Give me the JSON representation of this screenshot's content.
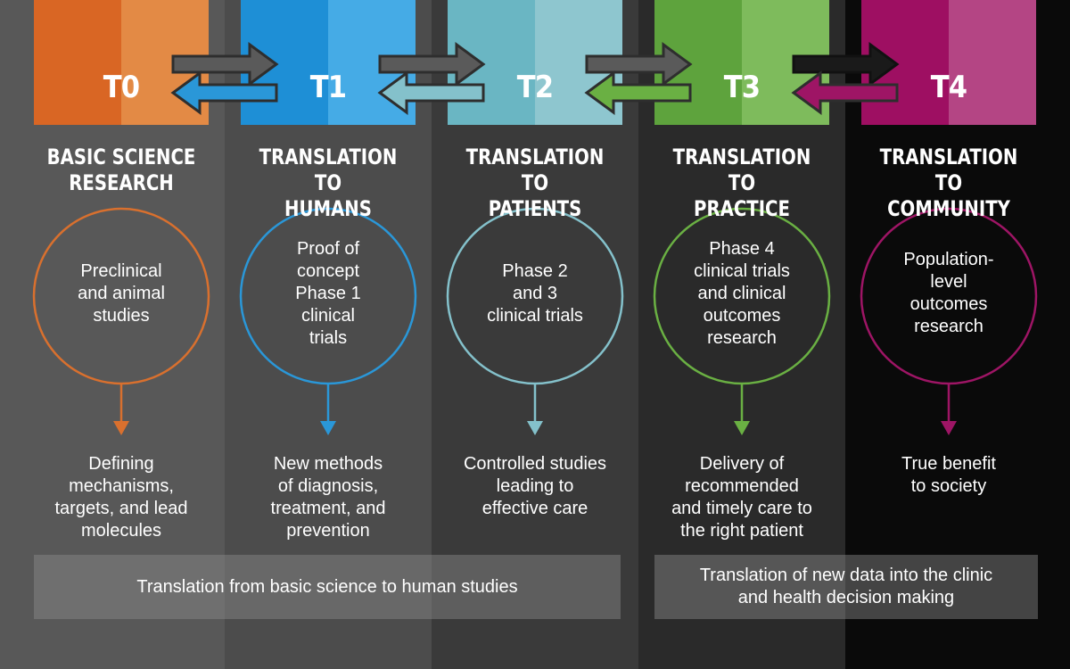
{
  "colors": {
    "col_bg": [
      "#585858",
      "#4c4c4c",
      "#3a3a3a",
      "#2a2a2a",
      "#0a0a0a"
    ],
    "header_dark": [
      "#d96624",
      "#1e8fd6",
      "#6ab6c3",
      "#5ea33d",
      "#9e0f62"
    ],
    "header_light": [
      "#e38a45",
      "#45abe6",
      "#8ec6cf",
      "#7ebb5c",
      "#b44584"
    ],
    "accent": [
      "#d9702e",
      "#2a97d8",
      "#84c1cb",
      "#6ab043",
      "#9e1565"
    ]
  },
  "stages": [
    {
      "label": "T0",
      "title": [
        "BASIC SCIENCE",
        "RESEARCH"
      ],
      "circle": [
        "Preclinical",
        "and animal",
        "studies"
      ],
      "outcome": [
        "Defining",
        "mechanisms,",
        "targets, and lead",
        "molecules"
      ]
    },
    {
      "label": "T1",
      "title": [
        "TRANSLATION TO",
        "HUMANS"
      ],
      "circle": [
        "Proof of",
        "concept",
        "Phase 1",
        "clinical",
        "trials"
      ],
      "outcome": [
        "New methods",
        "of diagnosis,",
        "treatment, and",
        "prevention"
      ]
    },
    {
      "label": "T2",
      "title": [
        "TRANSLATION TO",
        "PATIENTS"
      ],
      "circle": [
        "Phase 2",
        "and 3",
        "clinical trials"
      ],
      "outcome": [
        "Controlled studies",
        "leading to",
        "effective care"
      ]
    },
    {
      "label": "T3",
      "title": [
        "TRANSLATION TO",
        "PRACTICE"
      ],
      "circle": [
        "Phase 4",
        "clinical trials",
        "and clinical",
        "outcomes",
        "research"
      ],
      "outcome": [
        "Delivery of",
        "recommended",
        "and timely care to",
        "the right patient"
      ]
    },
    {
      "label": "T4",
      "title": [
        "TRANSLATION TO",
        "COMMUNITY"
      ],
      "circle": [
        "Population-",
        "level",
        "outcomes",
        "research"
      ],
      "outcome": [
        "True benefit",
        "to society"
      ]
    }
  ],
  "bottom": {
    "left": [
      "Translation from basic science to human studies"
    ],
    "right": [
      "Translation of new data into the clinic",
      "and health decision making"
    ]
  }
}
